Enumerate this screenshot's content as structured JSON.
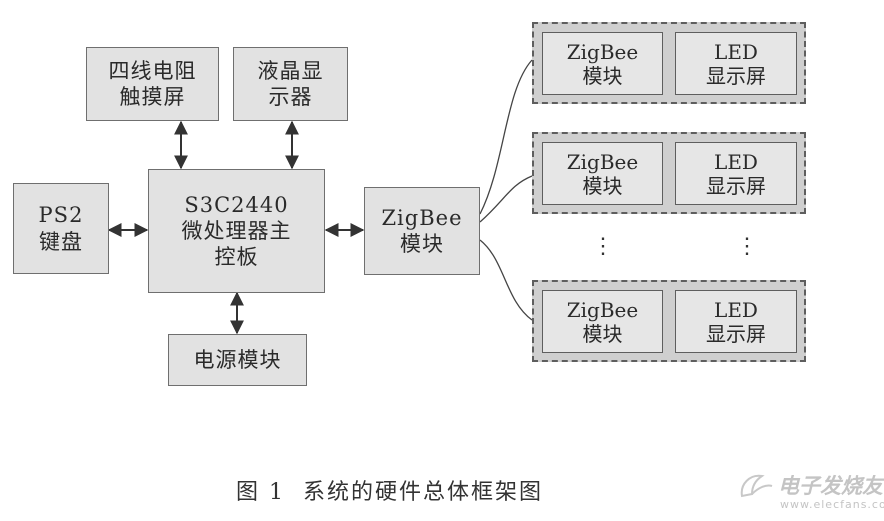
{
  "blocks": {
    "touch": {
      "line1": "四线电阻",
      "line2": "触摸屏"
    },
    "lcd": {
      "line1": "液晶显",
      "line2": "示器"
    },
    "keyboard": {
      "line1": "PS2",
      "line2": "键盘"
    },
    "mcu": {
      "line1": "S3C2440",
      "line2": "微处理器主",
      "line3": "控板"
    },
    "power": {
      "label": "电源模块"
    },
    "zigbee_main": {
      "line1": "ZigBee",
      "line2": "模块"
    }
  },
  "groups": [
    {
      "zigbee_line1": "ZigBee",
      "zigbee_line2": "模块",
      "led_line1": "LED",
      "led_line2": "显示屏"
    },
    {
      "zigbee_line1": "ZigBee",
      "zigbee_line2": "模块",
      "led_line1": "LED",
      "led_line2": "显示屏"
    },
    {
      "zigbee_line1": "ZigBee",
      "zigbee_line2": "模块",
      "led_line1": "LED",
      "led_line2": "显示屏"
    }
  ],
  "ellipsis": "⋮",
  "caption": "图 1  系统的硬件总体框架图",
  "watermark": {
    "name": "电子发烧友",
    "url": "www.elecfans.com"
  },
  "colors": {
    "block_fill": "#e2e2e2",
    "group_fill": "#cfcfcf",
    "stroke": "#5e5e5e"
  }
}
